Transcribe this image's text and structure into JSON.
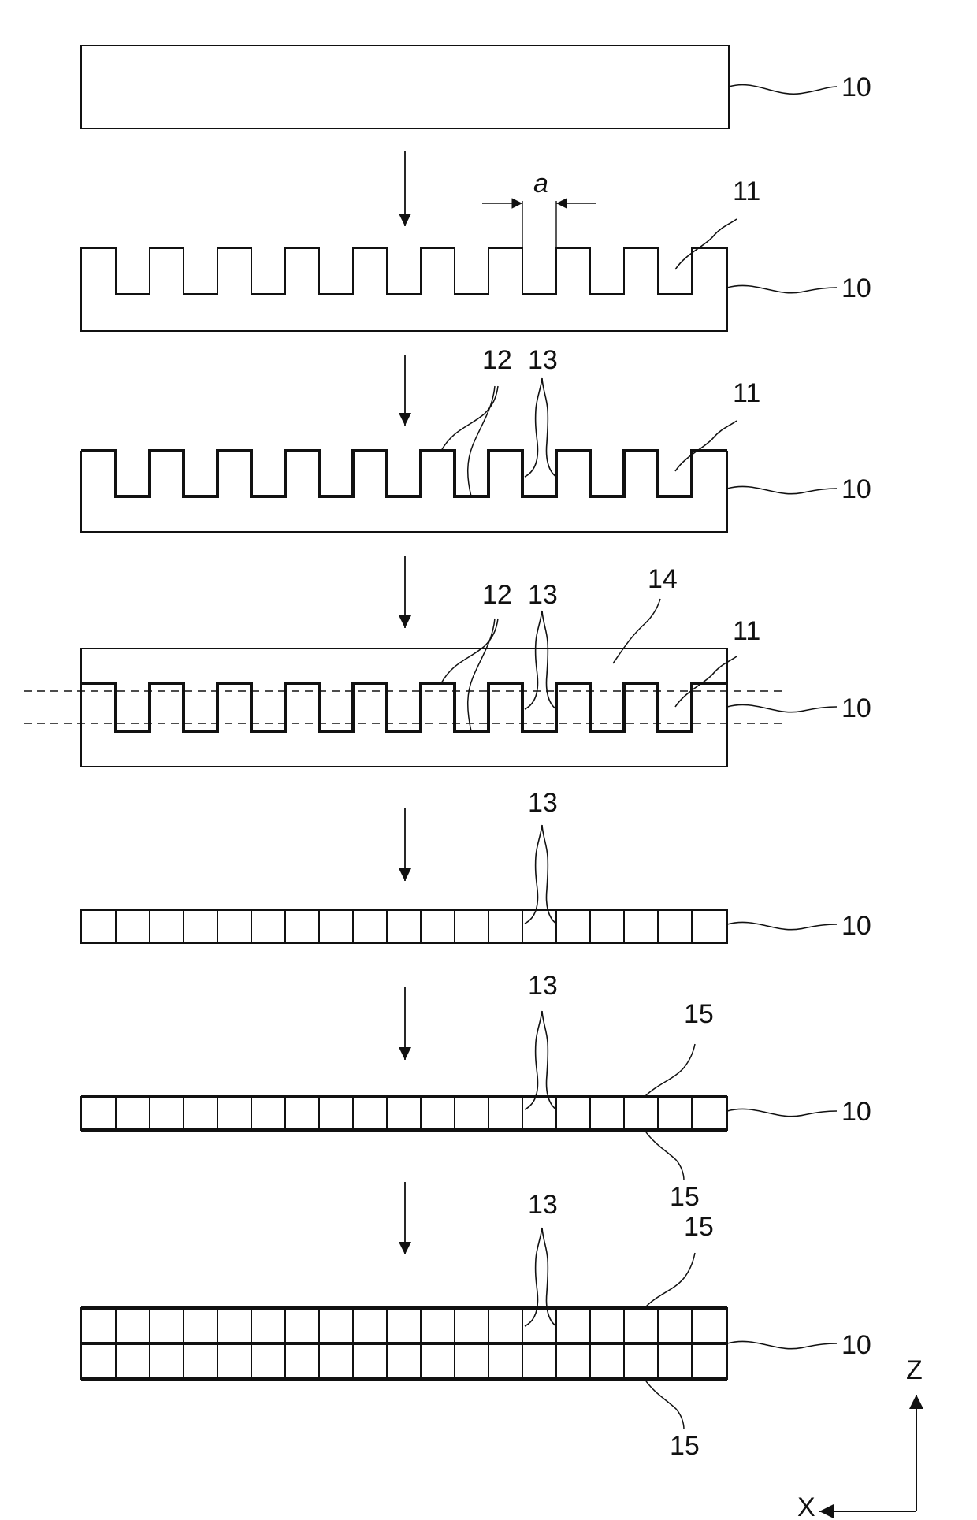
{
  "figure": {
    "refs": {
      "substrate": "10",
      "groove": "11",
      "coating": "12",
      "defect": "13",
      "cover": "14",
      "layer": "15"
    },
    "dimension_a": "a",
    "axes": {
      "z": "Z",
      "x": "X"
    }
  }
}
